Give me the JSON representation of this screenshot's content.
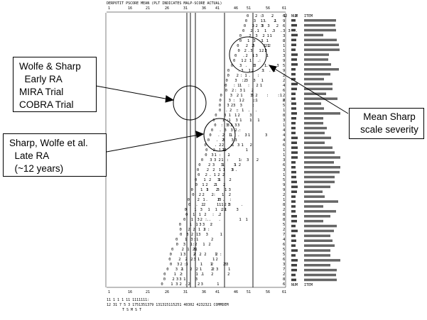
{
  "map": {
    "header_text": "DERPOTIT PSCORE MEAN (PLT INDICATES MALP-SCORE ACTUAL)",
    "scale_top": [
      "1",
      "16",
      "21",
      "26",
      "31",
      "36",
      "41",
      "46",
      "51",
      "56",
      "61"
    ],
    "scale_bottom": [
      "1",
      "16",
      "21",
      "26",
      "31",
      "36",
      "41",
      "46",
      "51",
      "56",
      "61"
    ],
    "right_column_headers": [
      "NUM",
      "ITEM"
    ],
    "right_column_footer": [
      "NUM",
      "ITEM"
    ],
    "bottom_row_1": "11 1  1   1          11 1111111:",
    "bottom_row_2": "12   31 7 5 3 1751351379 131315115251 40302 4232321    COMMDEM",
    "bottom_row_3": "T        S        M        S        T"
  },
  "callouts": {
    "early_ra": {
      "lines": [
        "Wolfe & Sharp",
        "  Early RA",
        "MIRA Trial",
        "COBRA Trial"
      ]
    },
    "late_ra": {
      "lines": [
        "Sharp, Wolfe et al.",
        "  Late RA",
        "  (~12 years)"
      ]
    },
    "mean_sharp": {
      "lines": [
        "Mean Sharp",
        "scale severity"
      ]
    }
  },
  "colors": {
    "ink": "#000000",
    "paper": "#ffffff"
  }
}
